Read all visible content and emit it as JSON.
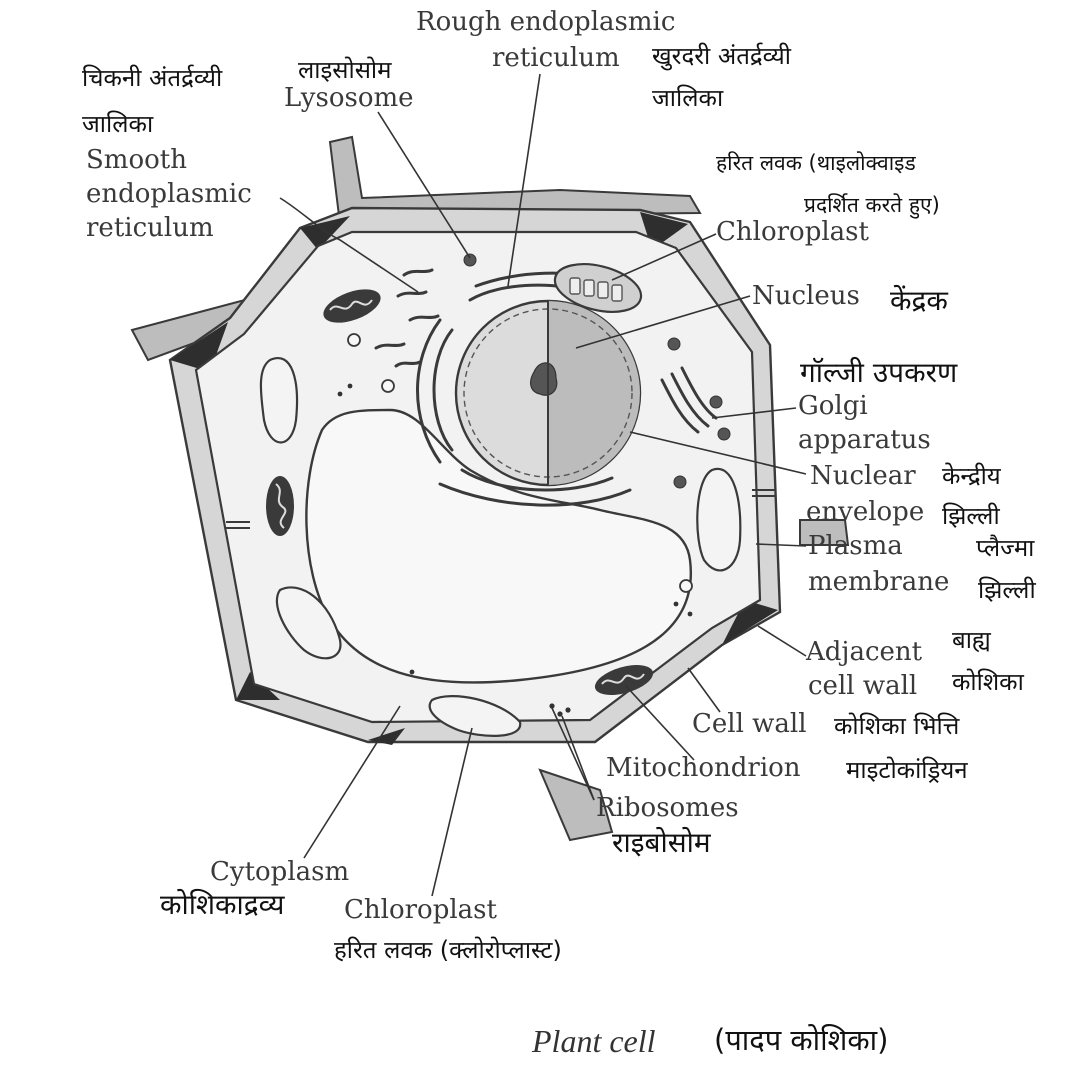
{
  "labels": {
    "rough_er": {
      "en_line1": "Rough endoplasmic",
      "en_line2": "reticulum",
      "hi_line1": "खुरदरी अंतर्द्रव्यी",
      "hi_line2": "जालिका"
    },
    "lysosome": {
      "en": "Lysosome",
      "hi": "लाइसोसोम"
    },
    "smooth_er": {
      "hi_line1": "चिकनी अंतर्द्रव्यी",
      "hi_line2": "जालिका",
      "en_line1": "Smooth",
      "en_line2": "endoplasmic",
      "en_line3": "reticulum"
    },
    "chloroplast_top": {
      "hi_line1": "हरित लवक (थाइलोक्वाइड",
      "hi_line2": "प्रदर्शित करते हुए)",
      "en": "Chloroplast"
    },
    "nucleus": {
      "en": "Nucleus",
      "hi": "केंद्रक"
    },
    "golgi": {
      "hi": "गॉल्जी उपकरण",
      "en_line1": "Golgi",
      "en_line2": "apparatus"
    },
    "nuclear_envelope": {
      "en_line1": "Nuclear",
      "en_line2": "envelope",
      "hi_line1": "केन्द्रीय",
      "hi_line2": "झिल्ली"
    },
    "plasma_membrane": {
      "en_line1": "Plasma",
      "en_line2": "membrane",
      "hi_line1": "प्लैज्मा",
      "hi_line2": "झिल्ली"
    },
    "adjacent_wall": {
      "en_line1": "Adjacent",
      "en_line2": "cell wall",
      "hi_line1": "बाह्य",
      "hi_line2": "कोशिका"
    },
    "cell_wall": {
      "en": "Cell wall",
      "hi": "कोशिका भित्ति"
    },
    "mitochondrion": {
      "en": "Mitochondrion",
      "hi": "माइटोकांड्रियन"
    },
    "ribosomes": {
      "en": "Ribosomes",
      "hi": "राइबोसोम"
    },
    "cytoplasm": {
      "en": "Cytoplasm",
      "hi": "कोशिकाद्रव्य"
    },
    "chloroplast_bottom": {
      "en": "Chloroplast",
      "hi": "हरित लवक (क्लोरोप्लास्ट)"
    }
  },
  "caption": {
    "en": "Plant cell",
    "hi": "(पादप कोशिका)"
  },
  "colors": {
    "wall": "#d6d6d6",
    "cytoplasm": "#f2f2f2",
    "vacuole": "#f7f7f7",
    "dark": "#2e2e2e",
    "outline": "#3a3a3a"
  }
}
